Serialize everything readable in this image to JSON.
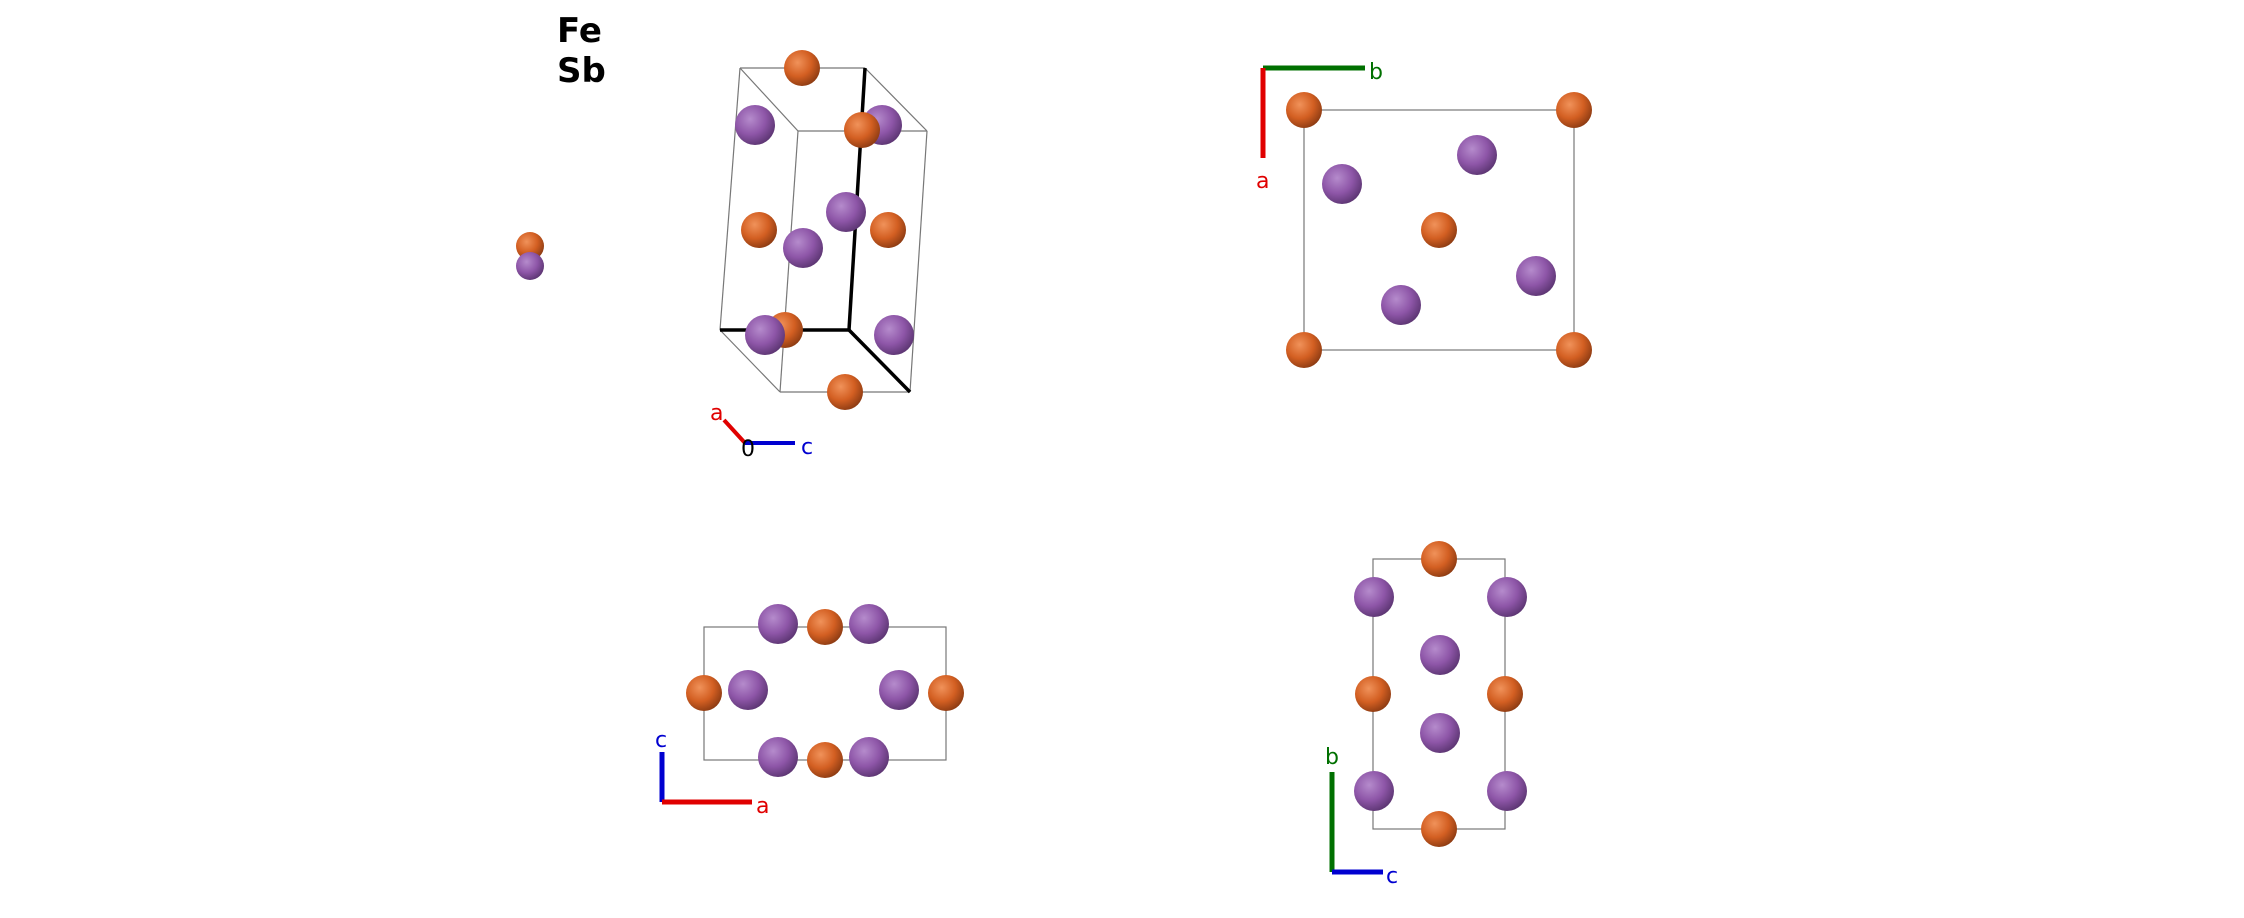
{
  "legend": {
    "elements": [
      {
        "symbol": "Fe",
        "color": "#d35f22"
      },
      {
        "symbol": "Sb",
        "color": "#8e56a8"
      }
    ]
  },
  "views": [
    {
      "id": "perspective",
      "origin_label": "0",
      "axes": [
        {
          "name": "a",
          "color": "#e00000"
        },
        {
          "name": "c",
          "color": "#0000d0"
        }
      ]
    },
    {
      "id": "along-c",
      "axes": [
        {
          "name": "b",
          "color": "#007000"
        },
        {
          "name": "a",
          "color": "#e00000"
        }
      ]
    },
    {
      "id": "along-b",
      "axes": [
        {
          "name": "c",
          "color": "#0000d0"
        },
        {
          "name": "a",
          "color": "#e00000"
        }
      ]
    },
    {
      "id": "along-a",
      "axes": [
        {
          "name": "b",
          "color": "#007000"
        },
        {
          "name": "c",
          "color": "#0000d0"
        }
      ]
    }
  ]
}
